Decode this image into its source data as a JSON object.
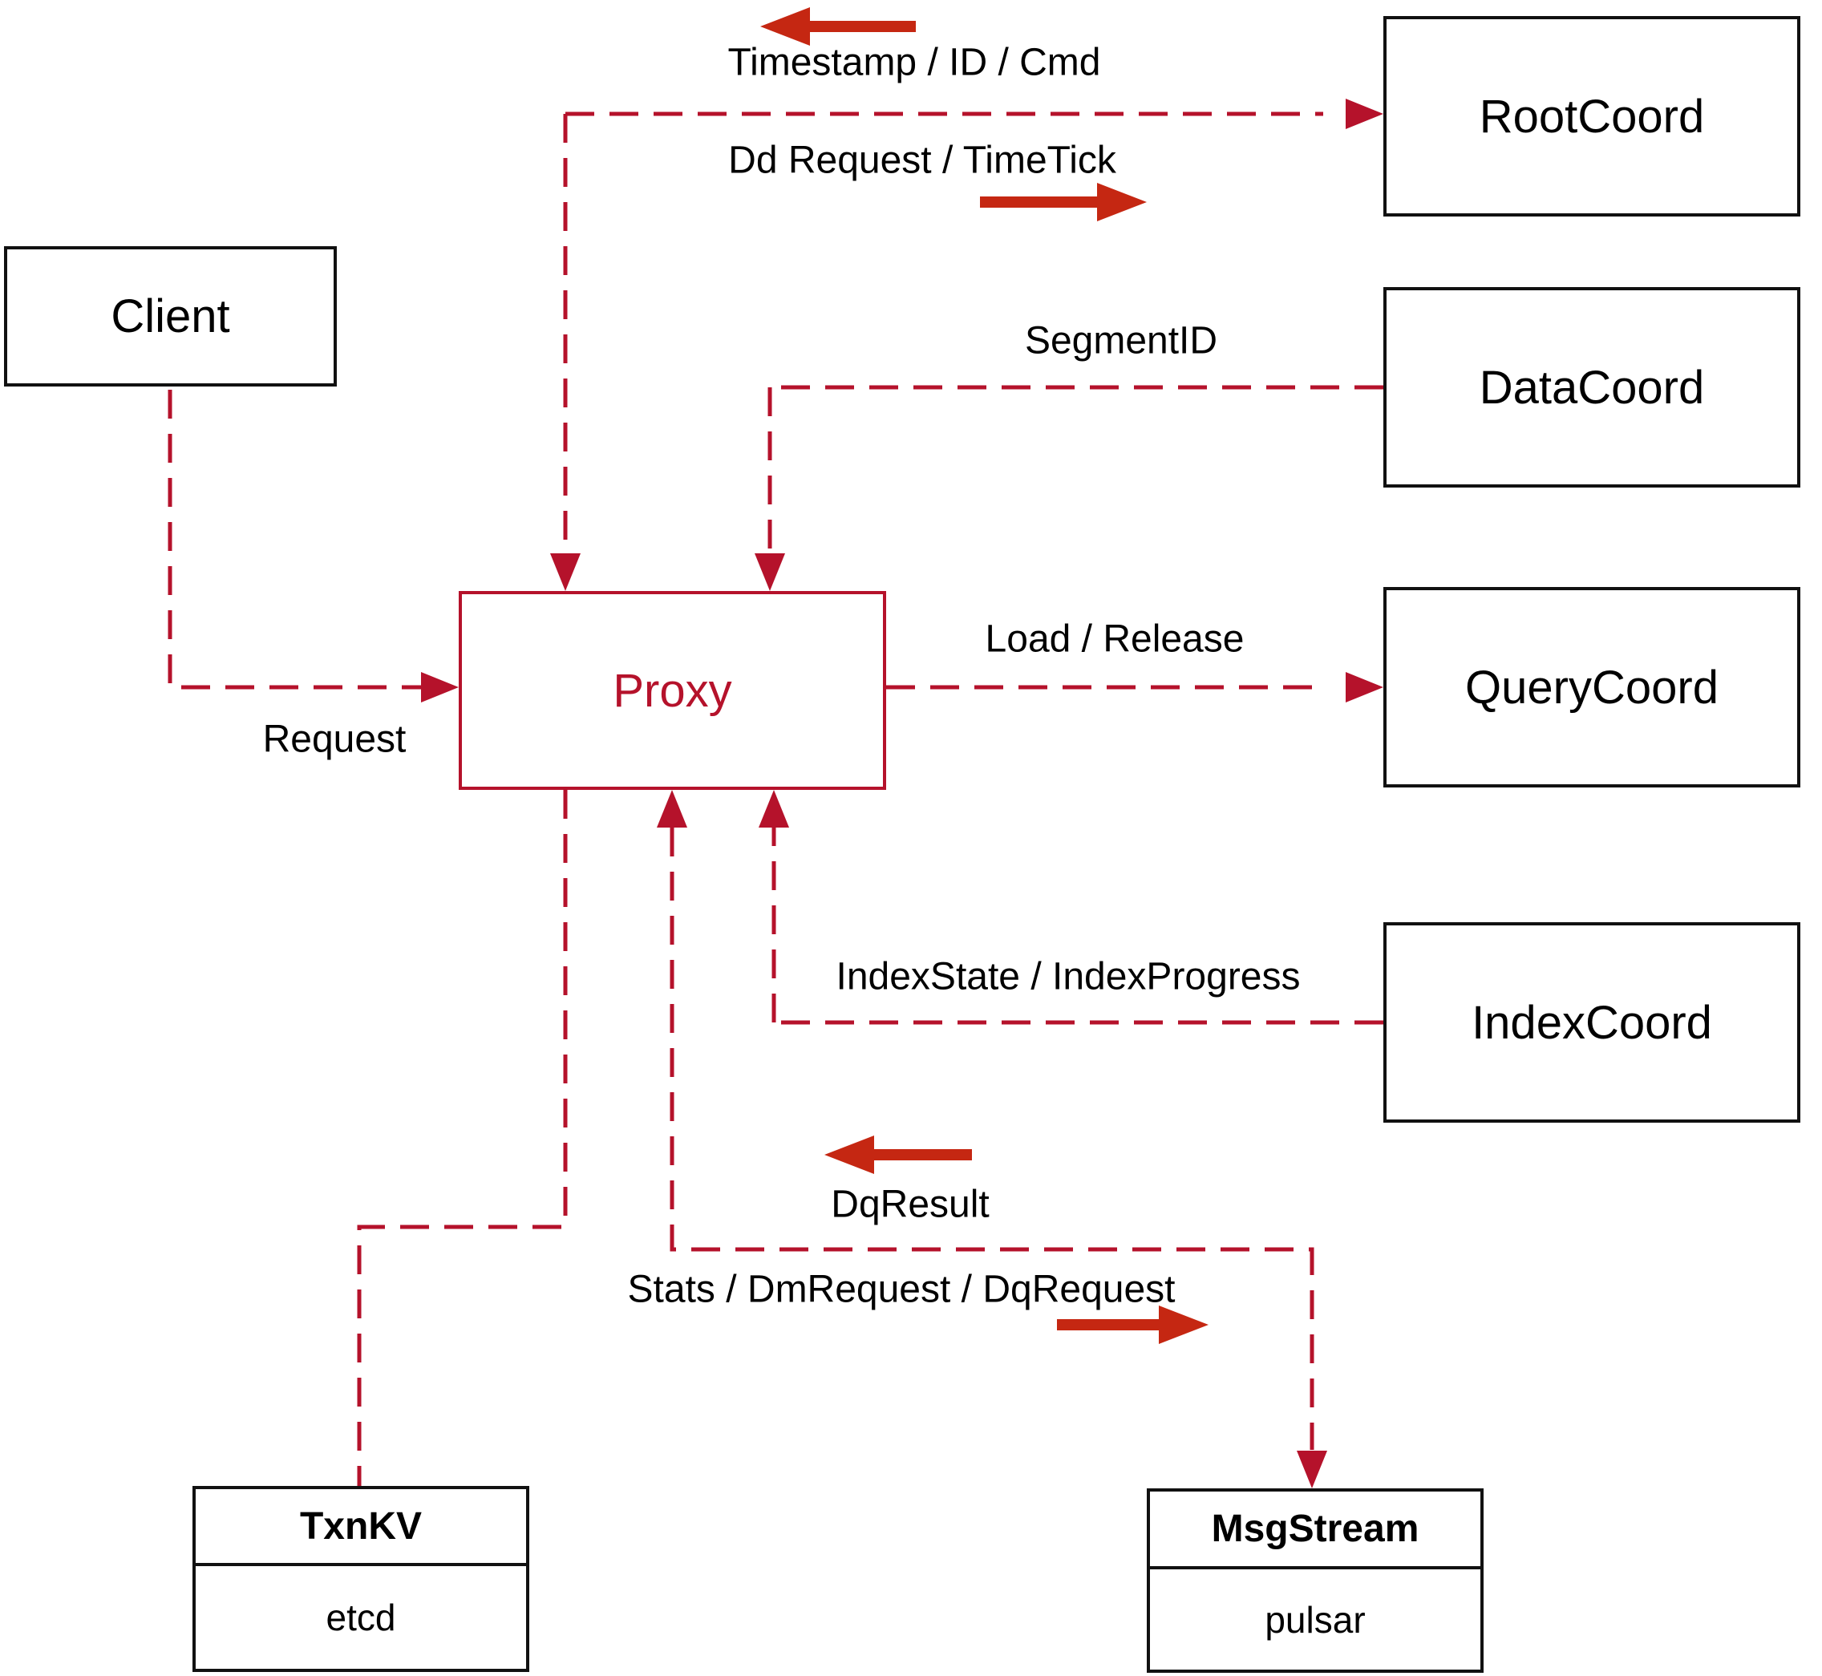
{
  "colors": {
    "line_red": "#b5122b",
    "arrow_red": "#c52712",
    "box_black": "#111111",
    "text_black": "#000000",
    "background": "#ffffff"
  },
  "nodes": {
    "client": {
      "label": "Client"
    },
    "proxy": {
      "label": "Proxy"
    },
    "root_coord": {
      "label": "RootCoord"
    },
    "data_coord": {
      "label": "DataCoord"
    },
    "query_coord": {
      "label": "QueryCoord"
    },
    "index_coord": {
      "label": "IndexCoord"
    },
    "txn_kv": {
      "title": "TxnKV",
      "subtitle": "etcd"
    },
    "msg_stream": {
      "title": "MsgStream",
      "subtitle": "pulsar"
    }
  },
  "edge_labels": {
    "timestamp_id_cmd": "Timestamp / ID / Cmd",
    "dd_request_timetick": "Dd Request / TimeTick",
    "segment_id": "SegmentID",
    "request": "Request",
    "load_release": "Load / Release",
    "index_state_progress": "IndexState / IndexProgress",
    "dq_result": "DqResult",
    "stats_dm_dq": "Stats / DmRequest / DqRequest"
  }
}
